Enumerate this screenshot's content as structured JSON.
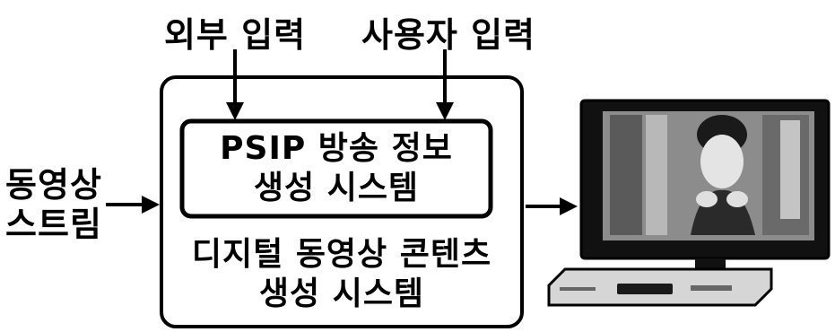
{
  "labels": {
    "external_input": "외부 입력",
    "user_input": "사용자 입력",
    "video_stream_line1": "동영상",
    "video_stream_line2": "스트림",
    "psip_line1": "PSIP 방송 정보",
    "psip_line2": "생성 시스템",
    "digital_line1": "디지털 동영상 콘텐츠",
    "digital_line2": "생성 시스템"
  },
  "icons": {
    "output_device": "tv-with-settop-box-icon"
  },
  "colors": {
    "stroke": "#000000",
    "background": "#ffffff",
    "screen_image": "#9a9a9a"
  }
}
